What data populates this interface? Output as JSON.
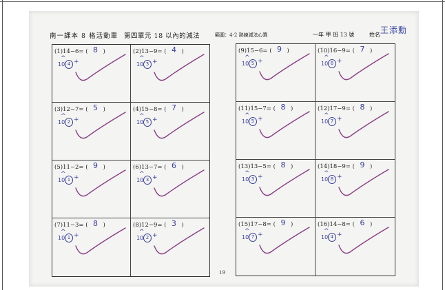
{
  "header": {
    "course": "南一課本 8 格活動單",
    "unit": "第四單元 18 以內的減法",
    "range": "範圍：4-2 熟練減法心算",
    "grade_label": "一年 甲 班 13 號",
    "name_label": "姓名",
    "name_value": "王添勳"
  },
  "left_problems": [
    {
      "label": "(1)14−6=",
      "answer": "8",
      "ten": "10",
      "circled": "4"
    },
    {
      "label": "(2)13−9=",
      "answer": "4",
      "ten": "10",
      "circled": "3"
    },
    {
      "label": "(3)12−7=",
      "answer": "5",
      "ten": "10",
      "circled": "2"
    },
    {
      "label": "(4)15−8=",
      "answer": "7",
      "ten": "10",
      "circled": "5"
    },
    {
      "label": "(5)11−2=",
      "answer": "9",
      "ten": "10",
      "circled": "1"
    },
    {
      "label": "(6)13−7=",
      "answer": "6",
      "ten": "10",
      "circled": "3"
    },
    {
      "label": "(7)11−3=",
      "answer": "8",
      "ten": "10",
      "circled": "1"
    },
    {
      "label": "(8)12−9=",
      "answer": "3",
      "ten": "10",
      "circled": "2"
    }
  ],
  "right_problems": [
    {
      "label": "(9)15−6=",
      "answer": "9",
      "ten": "10",
      "circled": "5"
    },
    {
      "label": "(10)16−9=",
      "answer": "7",
      "ten": "10",
      "circled": "6"
    },
    {
      "label": "(11)15−7=",
      "answer": "8",
      "ten": "10",
      "circled": "5"
    },
    {
      "label": "(12)17−9=",
      "answer": "8",
      "ten": "10",
      "circled": "7"
    },
    {
      "label": "(13)13−5=",
      "answer": "8",
      "ten": "10",
      "circled": "3"
    },
    {
      "label": "(14)18−9=",
      "answer": "9",
      "ten": "10",
      "circled": "8"
    },
    {
      "label": "(15)17−8=",
      "answer": "9",
      "ten": "10",
      "circled": "7"
    },
    {
      "label": "(16)14−8=",
      "answer": "6",
      "ten": "10",
      "circled": "4"
    }
  ],
  "page_number": "19",
  "colors": {
    "pencil": "#3a3fa0",
    "check": "#8a3d86",
    "ink": "#222222"
  }
}
